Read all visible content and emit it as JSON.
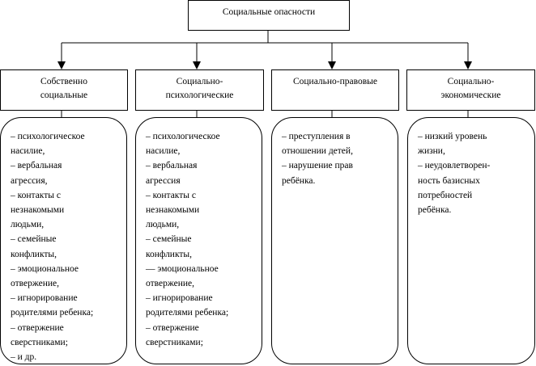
{
  "title": "Социальные опасности",
  "categories": [
    {
      "label_lines": [
        "Собственно",
        "социальные"
      ],
      "items": [
        "– психологическое",
        "насилие,",
        "– вербальная",
        "агрессия,",
        "– контакты с",
        "незнакомыми",
        "людьми,",
        "– семейные",
        "конфликты,",
        "– эмоциональное",
        "отвержение,",
        "– игнорирование",
        "родителями ребенка;",
        "– отвержение",
        "сверстниками;",
        "– и др."
      ]
    },
    {
      "label_lines": [
        "Социально-",
        "психологические"
      ],
      "items": [
        "– психологическое",
        "насилие,",
        " – вербальная",
        "агрессия",
        " – контакты с",
        "незнакомыми",
        "людьми,",
        "– семейные",
        "конфликты,",
        "—  эмоциональное",
        "отвержение,",
        "–  игнорирование",
        "родителями ребенка;",
        "– отвержение",
        "сверстниками;"
      ]
    },
    {
      "label_lines": [
        "Социально-правовые"
      ],
      "items": [
        "– преступления в",
        "отношении детей,",
        "– нарушение прав",
        "ребёнка."
      ]
    },
    {
      "label_lines": [
        "Социально-",
        "экономические"
      ],
      "items": [
        "– низкий уровень",
        "жизни,",
        "– неудовлетворен-",
        "ность базисных",
        "потребностей",
        "ребёнка."
      ]
    }
  ]
}
